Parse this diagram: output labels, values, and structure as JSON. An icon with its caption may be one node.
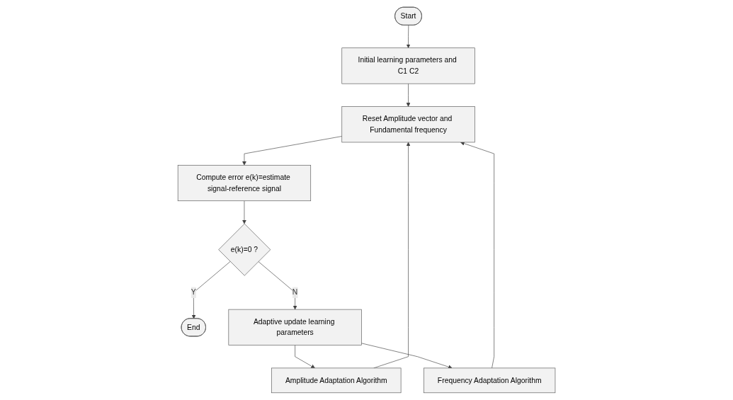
{
  "diagram": {
    "nodes": [
      {
        "text": [
          "Start"
        ]
      },
      {
        "text": [
          "Initial learning parameters and C1 C2"
        ]
      },
      {
        "text": [
          "Reset Amplitude vector and Fundamental frequency"
        ]
      },
      {
        "text": [
          "Compute error e(k)=estimate signal-reference signal"
        ]
      },
      {
        "text": [
          "e(k)=0 ?"
        ]
      },
      {
        "text": [
          "End"
        ]
      },
      {
        "text": [
          "Adaptive update learning parameters"
        ]
      },
      {
        "text": [
          "Amplitude Adaptation Algorithm"
        ]
      },
      {
        "text": [
          "Frequency Adaptation Algorithm"
        ]
      }
    ],
    "edges": [
      {
        "from": 0,
        "to": 1,
        "arrow": "to"
      },
      {
        "from": 1,
        "to": 2,
        "arrow": "to"
      },
      {
        "from": 2,
        "to": 3,
        "arrow": "to"
      },
      {
        "from": 3,
        "to": 4,
        "arrow": "to"
      },
      {
        "from": 4,
        "to": 5,
        "arrow": "to",
        "label": "Y"
      },
      {
        "from": 4,
        "to": 6,
        "arrow": "to",
        "label": "N"
      },
      {
        "from": 6,
        "to": 7,
        "arrow": "to"
      },
      {
        "from": 6,
        "to": 8,
        "arrow": "to"
      },
      {
        "from": 7,
        "to": 2,
        "arrow": "to"
      },
      {
        "from": 8,
        "to": 2,
        "arrow": "to"
      }
    ]
  }
}
